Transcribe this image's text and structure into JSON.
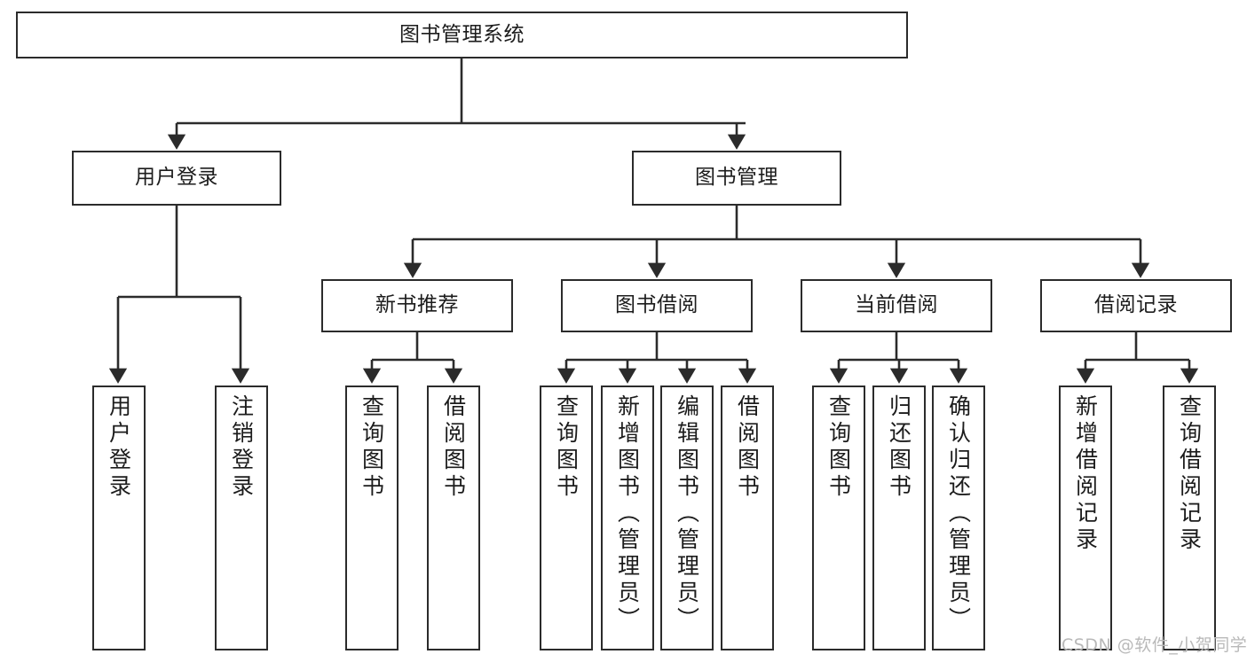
{
  "diagram": {
    "title": "图书管理系统",
    "type": "hierarchy-tree",
    "orientation": "top-down",
    "colors": {
      "stroke": "#2b2b2b",
      "fill": "#ffffff",
      "text": "#1c1c1c",
      "watermark": "#b9b9b9"
    },
    "root": {
      "label": "图书管理系统"
    },
    "level2": [
      {
        "label": "用户登录"
      },
      {
        "label": "图书管理"
      }
    ],
    "level3": [
      {
        "label": "新书推荐"
      },
      {
        "label": "图书借阅"
      },
      {
        "label": "当前借阅"
      },
      {
        "label": "借阅记录"
      }
    ],
    "leaves": {
      "user_login": [
        {
          "label": "用户登录"
        },
        {
          "label": "注销登录"
        }
      ],
      "new_book": [
        {
          "label": "查询图书"
        },
        {
          "label": "借阅图书"
        }
      ],
      "book_borrow": [
        {
          "label": "查询图书"
        },
        {
          "label": "新增图书（管理员）"
        },
        {
          "label": "编辑图书（管理员）"
        },
        {
          "label": "借阅图书"
        }
      ],
      "current_borrow": [
        {
          "label": "查询图书"
        },
        {
          "label": "归还图书"
        },
        {
          "label": "确认归还（管理员）"
        }
      ],
      "borrow_record": [
        {
          "label": "新增借阅记录"
        },
        {
          "label": "查询借阅记录"
        }
      ]
    }
  },
  "watermark": {
    "text": "CSDN @软件_小贺同学"
  }
}
